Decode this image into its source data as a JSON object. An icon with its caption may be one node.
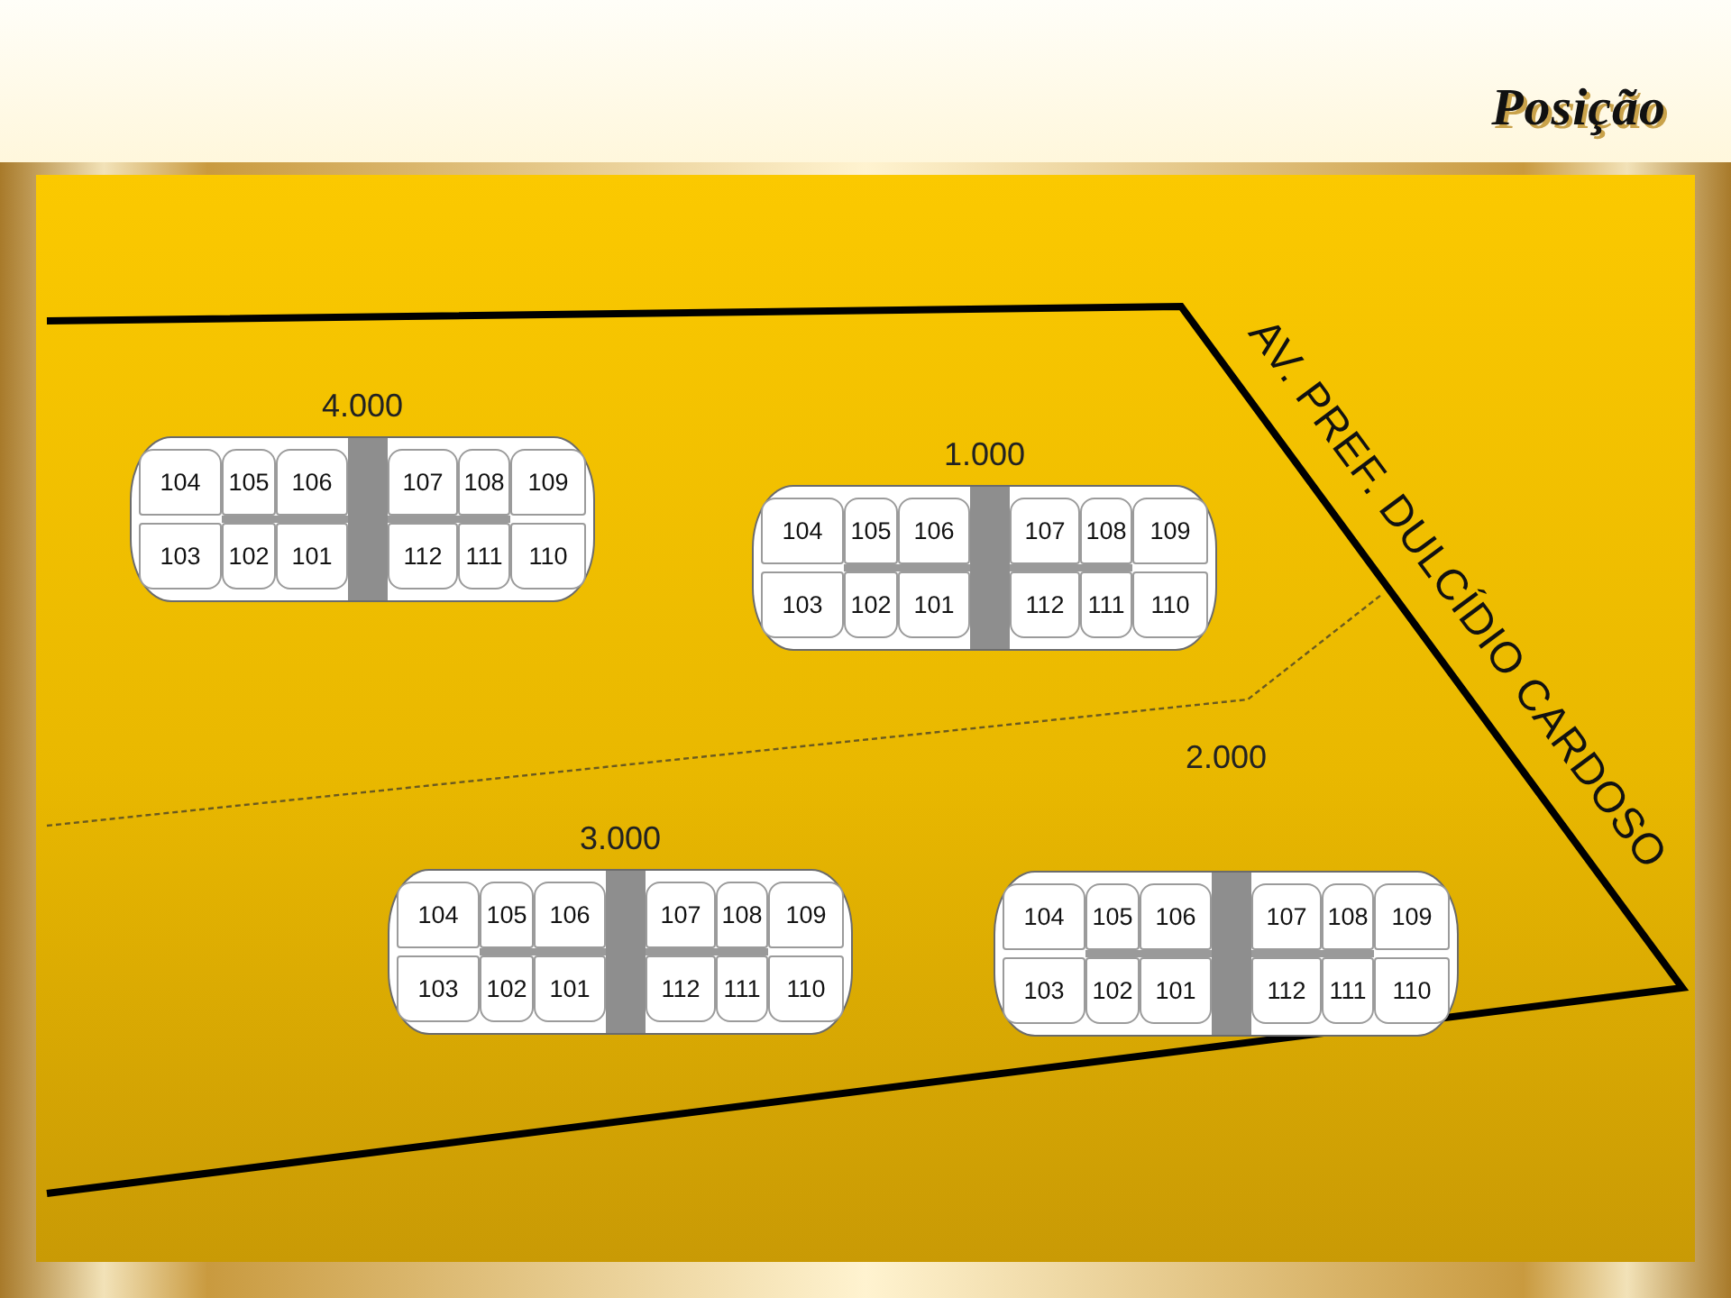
{
  "diagram": {
    "title": "Posição",
    "nodes": [
      {
        "text": [
          "4.000"
        ]
      },
      {
        "text": [
          "104"
        ],
        "in": 0
      },
      {
        "text": [
          "105"
        ],
        "in": 0
      },
      {
        "text": [
          "106"
        ],
        "in": 0
      },
      {
        "text": [
          "107"
        ],
        "in": 0
      },
      {
        "text": [
          "108"
        ],
        "in": 0
      },
      {
        "text": [
          "109"
        ],
        "in": 0
      },
      {
        "text": [
          "103"
        ],
        "in": 0
      },
      {
        "text": [
          "102"
        ],
        "in": 0
      },
      {
        "text": [
          "101"
        ],
        "in": 0
      },
      {
        "text": [
          "112"
        ],
        "in": 0
      },
      {
        "text": [
          "111"
        ],
        "in": 0
      },
      {
        "text": [
          "110"
        ],
        "in": 0
      },
      {
        "text": [
          "1.000"
        ]
      },
      {
        "text": [
          "104"
        ],
        "in": 13
      },
      {
        "text": [
          "105"
        ],
        "in": 13
      },
      {
        "text": [
          "106"
        ],
        "in": 13
      },
      {
        "text": [
          "107"
        ],
        "in": 13
      },
      {
        "text": [
          "108"
        ],
        "in": 13
      },
      {
        "text": [
          "109"
        ],
        "in": 13
      },
      {
        "text": [
          "103"
        ],
        "in": 13
      },
      {
        "text": [
          "102"
        ],
        "in": 13
      },
      {
        "text": [
          "101"
        ],
        "in": 13
      },
      {
        "text": [
          "112"
        ],
        "in": 13
      },
      {
        "text": [
          "111"
        ],
        "in": 13
      },
      {
        "text": [
          "110"
        ],
        "in": 13
      },
      {
        "text": [
          "2.000"
        ]
      },
      {
        "text": [
          "104"
        ],
        "in": 26
      },
      {
        "text": [
          "105"
        ],
        "in": 26
      },
      {
        "text": [
          "106"
        ],
        "in": 26
      },
      {
        "text": [
          "107"
        ],
        "in": 26
      },
      {
        "text": [
          "108"
        ],
        "in": 26
      },
      {
        "text": [
          "109"
        ],
        "in": 26
      },
      {
        "text": [
          "103"
        ],
        "in": 26
      },
      {
        "text": [
          "102"
        ],
        "in": 26
      },
      {
        "text": [
          "101"
        ],
        "in": 26
      },
      {
        "text": [
          "112"
        ],
        "in": 26
      },
      {
        "text": [
          "111"
        ],
        "in": 26
      },
      {
        "text": [
          "110"
        ],
        "in": 26
      },
      {
        "text": [
          "3.000"
        ]
      },
      {
        "text": [
          "104"
        ],
        "in": 39
      },
      {
        "text": [
          "105"
        ],
        "in": 39
      },
      {
        "text": [
          "106"
        ],
        "in": 39
      },
      {
        "text": [
          "107"
        ],
        "in": 39
      },
      {
        "text": [
          "108"
        ],
        "in": 39
      },
      {
        "text": [
          "109"
        ],
        "in": 39
      },
      {
        "text": [
          "103"
        ],
        "in": 39
      },
      {
        "text": [
          "102"
        ],
        "in": 39
      },
      {
        "text": [
          "101"
        ],
        "in": 39
      },
      {
        "text": [
          "112"
        ],
        "in": 39
      },
      {
        "text": [
          "111"
        ],
        "in": 39
      },
      {
        "text": [
          "110"
        ],
        "in": 39
      }
    ],
    "labels": [
      "AV. PREF. DULCÍDIO CARDOSO"
    ]
  }
}
